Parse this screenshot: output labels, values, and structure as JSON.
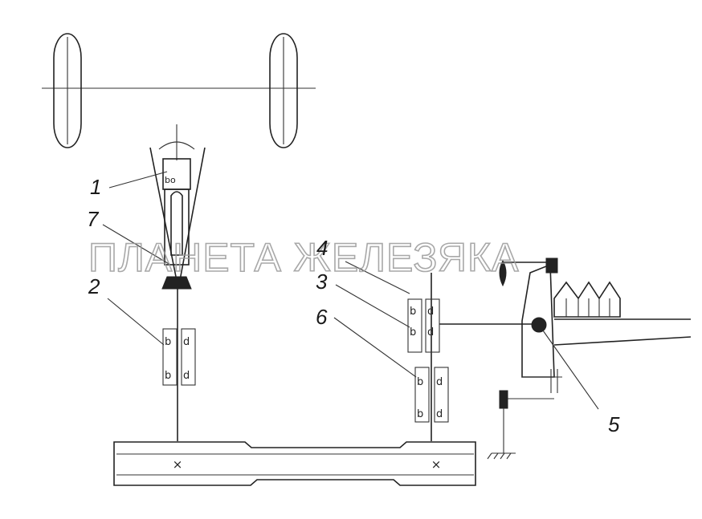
{
  "watermark": "ПЛАНЕТА ЖЕЛЕЗЯКА",
  "labels": {
    "l1": "1",
    "l2": "2",
    "l3": "3",
    "l4": "4",
    "l5": "5",
    "l6": "6",
    "l7": "7"
  },
  "marks": {
    "left_cross": "×",
    "right_cross": "×"
  }
}
